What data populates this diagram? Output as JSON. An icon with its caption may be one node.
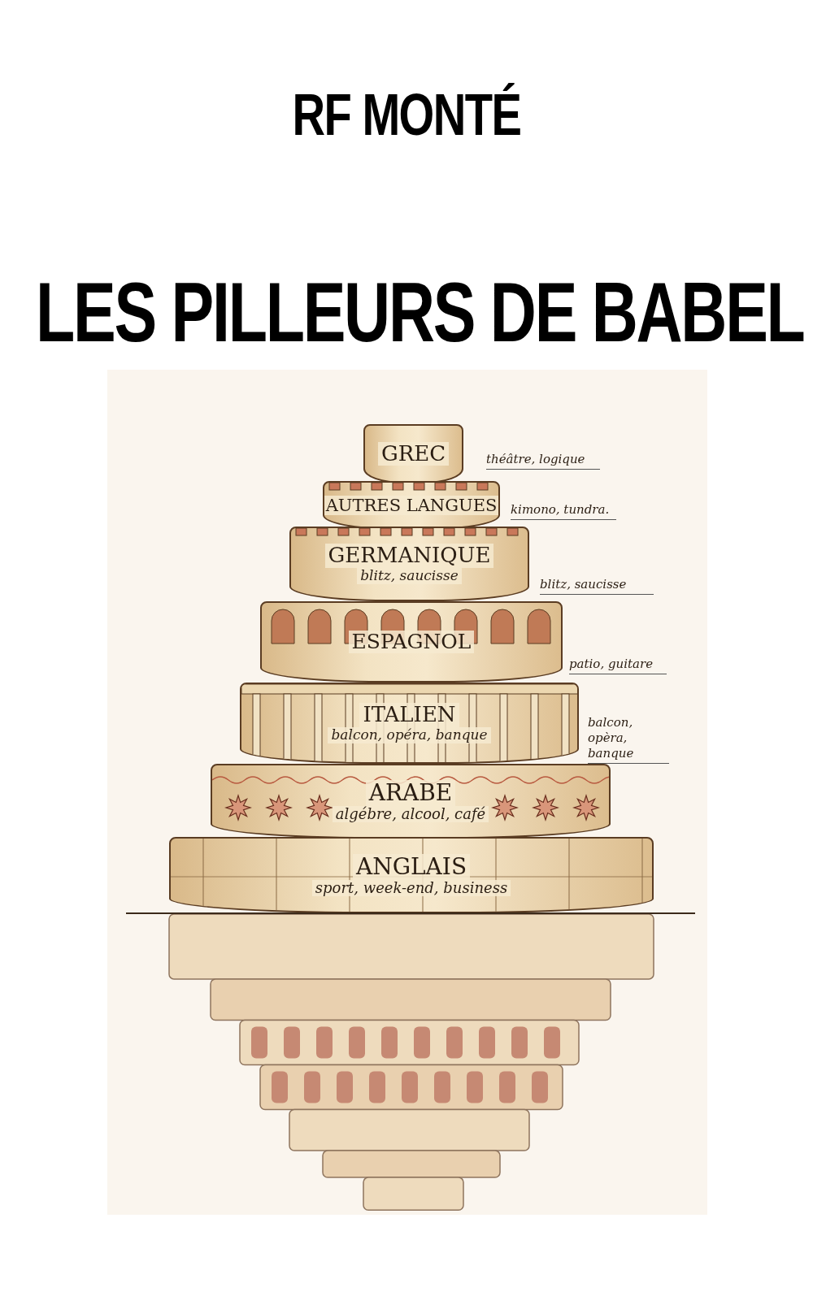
{
  "diagram": {
    "title": "LES PILLEURS DE BABEL",
    "nodes": [
      {
        "text": [
          "GREC"
        ],
        "beside": [
          "théâtre, logique"
        ]
      },
      {
        "text": [
          "AUTRES LANGUES"
        ],
        "beside": [
          "kimono, tundra."
        ]
      },
      {
        "text": [
          "GERMANIQUE",
          "blitz, saucisse"
        ],
        "beside": [
          "blitz, saucisse"
        ]
      },
      {
        "text": [
          "ESPAGNOL"
        ],
        "beside": [
          "patio, guitare"
        ]
      },
      {
        "text": [
          "ITALIEN",
          "balcon, opéra, banque"
        ],
        "beside": [
          "balcon, opèra, banque"
        ]
      },
      {
        "text": [
          "ARABE",
          "algébre, alcool, café"
        ]
      },
      {
        "text": [
          "ANGLAIS",
          "sport, week-end, business"
        ]
      }
    ],
    "labels": [
      "RF MONTÉ"
    ]
  }
}
